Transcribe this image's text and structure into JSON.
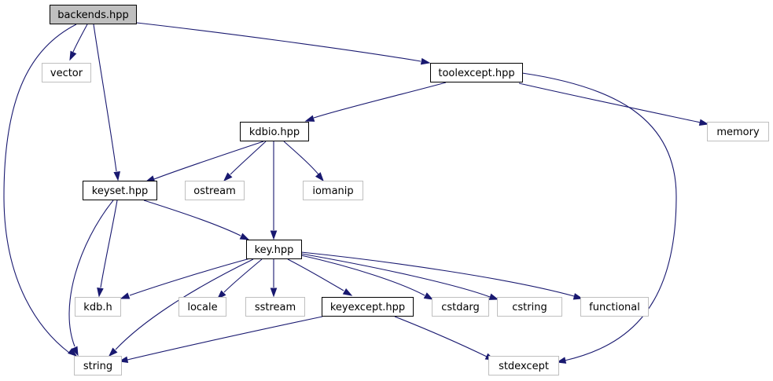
{
  "colors": {
    "edge": "#191970",
    "root_fill": "#bfbfbf",
    "documented_border": "#000000",
    "external_border": "#bfbfbf",
    "background": "#ffffff"
  },
  "nodes": {
    "backends": {
      "label": "backends.hpp",
      "kind": "root"
    },
    "vector": {
      "label": "vector",
      "kind": "external"
    },
    "toolexcept": {
      "label": "toolexcept.hpp",
      "kind": "documented"
    },
    "kdbio": {
      "label": "kdbio.hpp",
      "kind": "documented"
    },
    "memory": {
      "label": "memory",
      "kind": "external"
    },
    "keyset": {
      "label": "keyset.hpp",
      "kind": "documented"
    },
    "ostream": {
      "label": "ostream",
      "kind": "external"
    },
    "iomanip": {
      "label": "iomanip",
      "kind": "external"
    },
    "key": {
      "label": "key.hpp",
      "kind": "documented"
    },
    "kdbh": {
      "label": "kdb.h",
      "kind": "external"
    },
    "locale": {
      "label": "locale",
      "kind": "external"
    },
    "sstream": {
      "label": "sstream",
      "kind": "external"
    },
    "keyexcept": {
      "label": "keyexcept.hpp",
      "kind": "documented"
    },
    "cstdarg": {
      "label": "cstdarg",
      "kind": "external"
    },
    "cstring": {
      "label": "cstring",
      "kind": "external"
    },
    "functional": {
      "label": "functional",
      "kind": "external"
    },
    "string": {
      "label": "string",
      "kind": "external"
    },
    "stdexcept": {
      "label": "stdexcept",
      "kind": "external"
    }
  },
  "edges": [
    [
      "backends",
      "vector"
    ],
    [
      "backends",
      "toolexcept"
    ],
    [
      "backends",
      "keyset"
    ],
    [
      "backends",
      "string"
    ],
    [
      "toolexcept",
      "kdbio"
    ],
    [
      "toolexcept",
      "memory"
    ],
    [
      "toolexcept",
      "stdexcept"
    ],
    [
      "kdbio",
      "keyset"
    ],
    [
      "kdbio",
      "ostream"
    ],
    [
      "kdbio",
      "iomanip"
    ],
    [
      "kdbio",
      "key"
    ],
    [
      "keyset",
      "key"
    ],
    [
      "keyset",
      "kdbh"
    ],
    [
      "keyset",
      "string"
    ],
    [
      "key",
      "kdbh"
    ],
    [
      "key",
      "string"
    ],
    [
      "key",
      "locale"
    ],
    [
      "key",
      "sstream"
    ],
    [
      "key",
      "keyexcept"
    ],
    [
      "key",
      "cstdarg"
    ],
    [
      "key",
      "cstring"
    ],
    [
      "key",
      "functional"
    ],
    [
      "keyexcept",
      "string"
    ],
    [
      "keyexcept",
      "stdexcept"
    ]
  ]
}
